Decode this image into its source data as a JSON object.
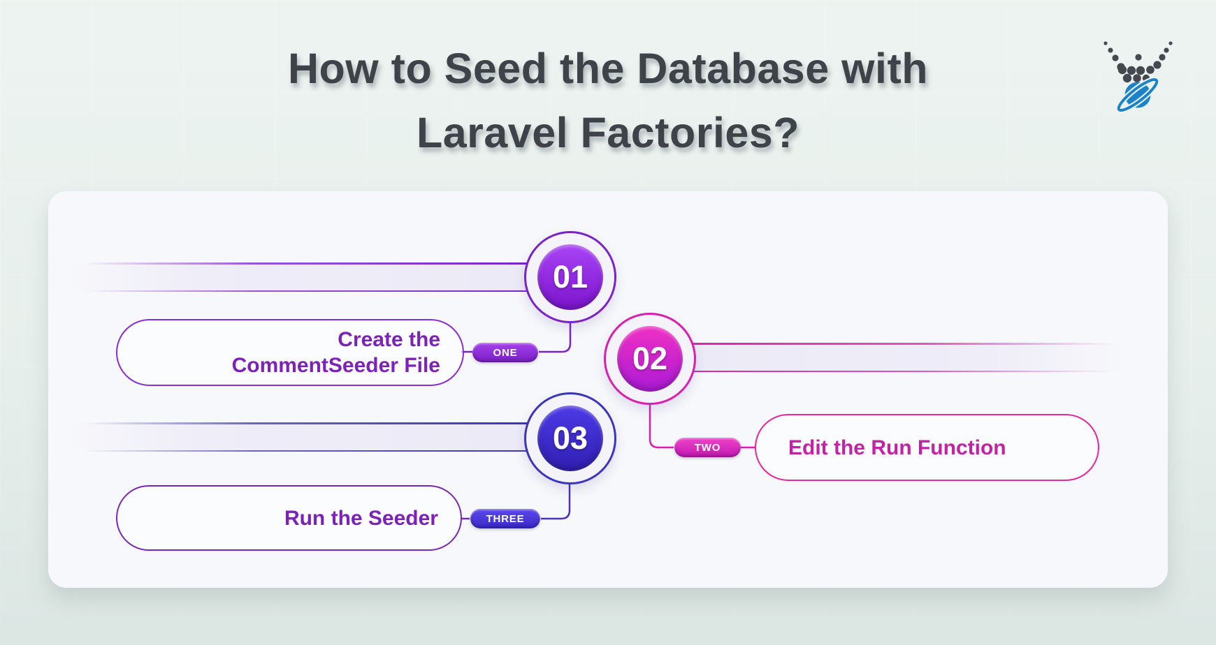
{
  "header": {
    "title_line1": "How to Seed the Database with",
    "title_line2": "Laravel Factories?"
  },
  "logo": {
    "icon": "dotted-v-planet-logo"
  },
  "steps": [
    {
      "number": "01",
      "badge": "ONE",
      "label_line1": "Create the",
      "label_line2": "CommentSeeder File",
      "accent_color": "#7a22c9"
    },
    {
      "number": "02",
      "badge": "TWO",
      "label": "Edit the Run Function",
      "accent_color": "#d81fae"
    },
    {
      "number": "03",
      "badge": "THREE",
      "label": "Run the Seeder",
      "accent_color": "#3b34bd"
    }
  ],
  "colors": {
    "background": "#e7efec",
    "card": "#f7f8fb",
    "title_text": "#3e434a",
    "step1_accent": "#7a22c9",
    "step2_accent": "#d81fae",
    "step3_accent": "#3b34bd",
    "logo_blue": "#1b84c9",
    "logo_dots": "#45494f"
  }
}
